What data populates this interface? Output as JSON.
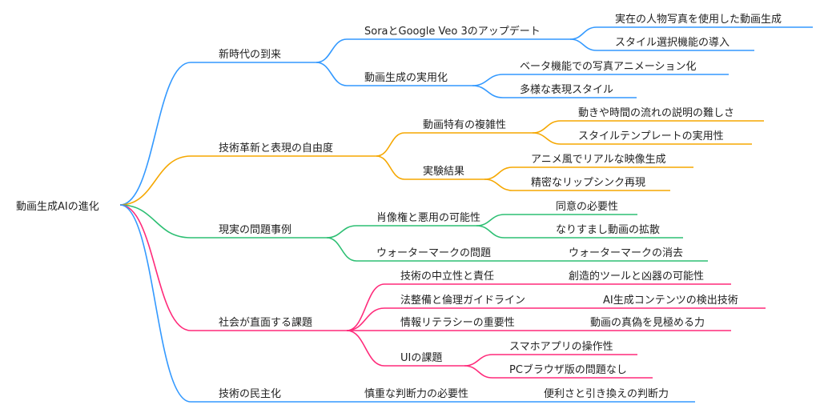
{
  "root": {
    "label": "動画生成AIの進化",
    "children": [
      {
        "label": "新時代の到来",
        "color": "#3399ff",
        "children": [
          {
            "label": "SoraとGoogle Veo 3のアップデート",
            "children": [
              {
                "label": "実在の人物写真を使用した動画生成"
              },
              {
                "label": "スタイル選択機能の導入"
              }
            ]
          },
          {
            "label": "動画生成の実用化",
            "children": [
              {
                "label": "ベータ機能での写真アニメーション化"
              },
              {
                "label": "多様な表現スタイル"
              }
            ]
          }
        ]
      },
      {
        "label": "技術革新と表現の自由度",
        "color": "#f5a700",
        "children": [
          {
            "label": "動画特有の複雑性",
            "children": [
              {
                "label": "動きや時間の流れの説明の難しさ"
              },
              {
                "label": "スタイルテンプレートの実用性"
              }
            ]
          },
          {
            "label": "実験結果",
            "children": [
              {
                "label": "アニメ風でリアルな映像生成"
              },
              {
                "label": "精密なリップシンク再現"
              }
            ]
          }
        ]
      },
      {
        "label": "現実の問題事例",
        "color": "#2dbf73",
        "children": [
          {
            "label": "肖像権と悪用の可能性",
            "children": [
              {
                "label": "同意の必要性"
              },
              {
                "label": "なりすまし動画の拡散"
              }
            ]
          },
          {
            "label": "ウォーターマークの問題",
            "children": [
              {
                "label": "ウォーターマークの消去"
              }
            ]
          }
        ]
      },
      {
        "label": "社会が直面する課題",
        "color": "#ff2a7a",
        "children": [
          {
            "label": "技術の中立性と責任",
            "children": [
              {
                "label": "創造的ツールと凶器の可能性"
              }
            ]
          },
          {
            "label": "法整備と倫理ガイドライン",
            "children": [
              {
                "label": "AI生成コンテンツの検出技術"
              }
            ]
          },
          {
            "label": "情報リテラシーの重要性",
            "children": [
              {
                "label": "動画の真偽を見極める力"
              }
            ]
          },
          {
            "label": "UIの課題",
            "children": [
              {
                "label": "スマホアプリの操作性"
              },
              {
                "label": "PCブラウザ版の問題なし"
              }
            ]
          }
        ]
      },
      {
        "label": "技術の民主化",
        "color": "#3399ff",
        "children": [
          {
            "label": "慎重な判断力の必要性",
            "children": [
              {
                "label": "便利さと引き換えの判断力"
              }
            ]
          }
        ]
      }
    ]
  }
}
